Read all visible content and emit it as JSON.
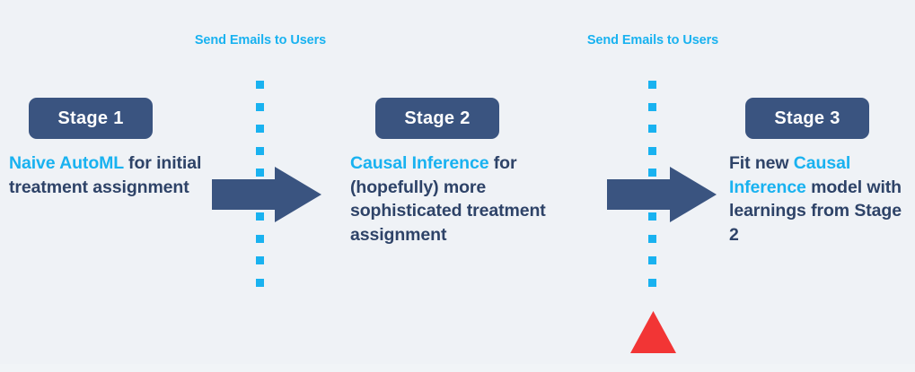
{
  "diagram": {
    "background_color": "#eff2f6",
    "accent_color": "#19b2f0",
    "dark_color": "#2e4368",
    "badge_color": "#3a5480",
    "marker_color": "#f23535",
    "stages": [
      {
        "badge_label": "Stage 1",
        "description_parts": [
          {
            "text": "Naive AutoML",
            "highlight": true
          },
          {
            "text": " for initial treatment assignment",
            "highlight": false
          }
        ]
      },
      {
        "badge_label": "Stage 2",
        "description_parts": [
          {
            "text": "Causal Inference",
            "highlight": true
          },
          {
            "text": " for (hopefully) more sophisticated treatment assignment",
            "highlight": false
          }
        ]
      },
      {
        "badge_label": "Stage 3",
        "description_parts": [
          {
            "text": "Fit new ",
            "highlight": false
          },
          {
            "text": "Causal Inference",
            "highlight": true
          },
          {
            "text": " model with learnings from Stage 2",
            "highlight": false
          }
        ]
      }
    ],
    "checkpoints": [
      {
        "label": "Send Emails to Users"
      },
      {
        "label": "Send Emails to Users"
      }
    ],
    "arrows": [
      {
        "name": "transition-stage-1-to-2"
      },
      {
        "name": "transition-stage-2-to-3"
      }
    ],
    "marker": {
      "name": "current-position-marker",
      "shape": "triangle"
    }
  }
}
